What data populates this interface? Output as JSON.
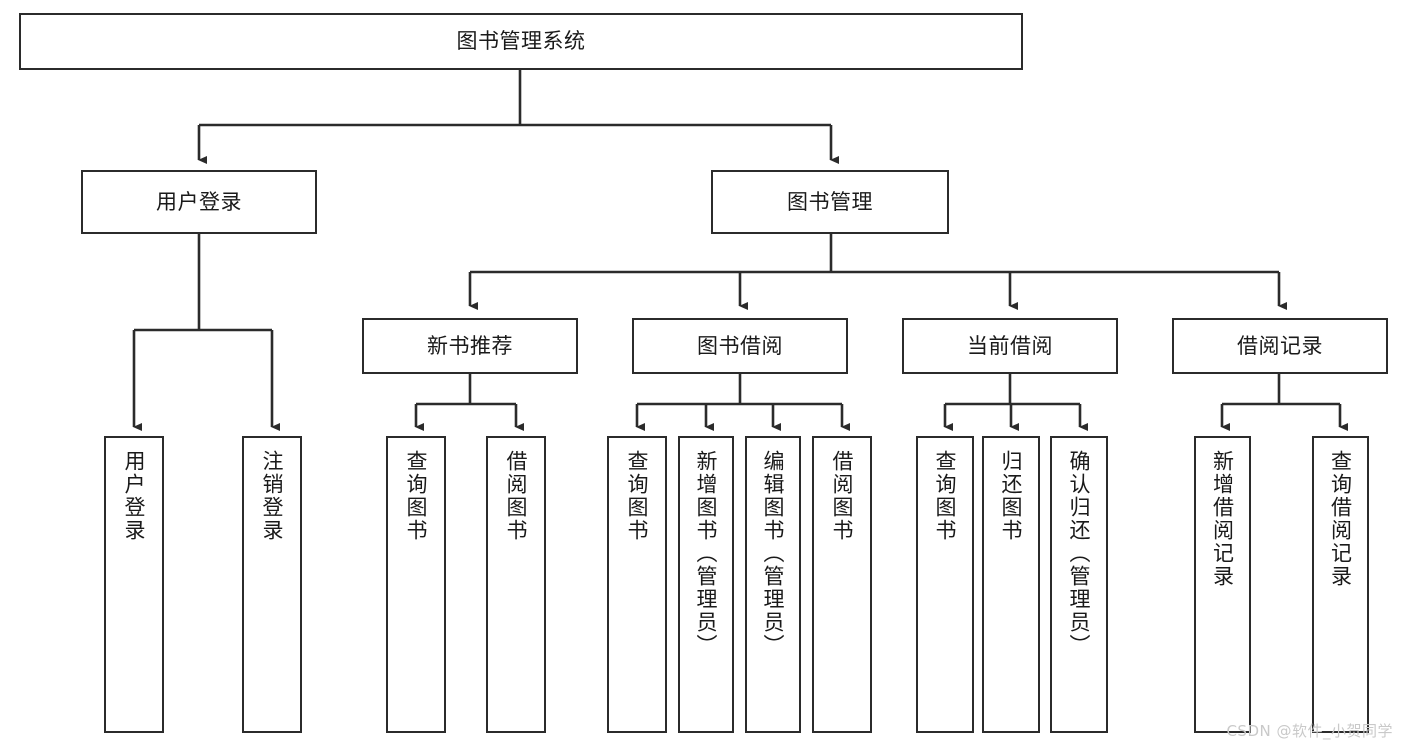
{
  "diagram": {
    "title": "图书管理系统",
    "type": "tree",
    "watermark": "CSDN @软件_小贺同学",
    "colors": {
      "border": "#2b2b2b",
      "connector": "#2b2b2b",
      "background": "#ffffff",
      "text": "#1a1a1a",
      "watermark": "#c9c9c9"
    },
    "root": {
      "label": "图书管理系统"
    },
    "level1": [
      {
        "label": "用户登录"
      },
      {
        "label": "图书管理"
      }
    ],
    "level2": [
      {
        "label": "新书推荐"
      },
      {
        "label": "图书借阅"
      },
      {
        "label": "当前借阅"
      },
      {
        "label": "借阅记录"
      }
    ],
    "leaves": {
      "user_login": [
        {
          "label": "用户登录"
        },
        {
          "label": "注销登录"
        }
      ],
      "new_book_recommend": [
        {
          "label": "查询图书"
        },
        {
          "label": "借阅图书"
        }
      ],
      "book_borrow": [
        {
          "label": "查询图书"
        },
        {
          "label": "新增图书（管理员）"
        },
        {
          "label": "编辑图书（管理员）"
        },
        {
          "label": "借阅图书"
        }
      ],
      "current_borrow": [
        {
          "label": "查询图书"
        },
        {
          "label": "归还图书"
        },
        {
          "label": "确认归还（管理员）"
        }
      ],
      "borrow_record": [
        {
          "label": "新增借阅记录"
        },
        {
          "label": "查询借阅记录"
        }
      ]
    }
  }
}
